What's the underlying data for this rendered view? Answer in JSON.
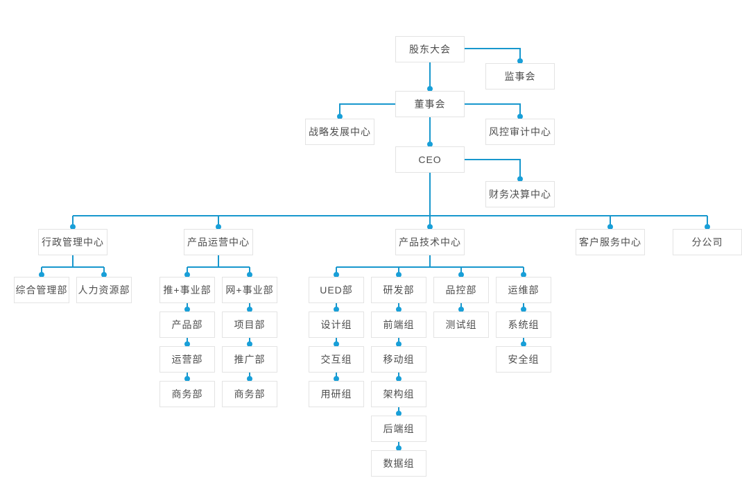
{
  "colors": {
    "connector_line": "#1797cd",
    "connector_dot": "#189fd8",
    "box_border": "#e3e3e3",
    "box_background": "#ffffff",
    "text": "#4d4d4d",
    "page_background": "#ffffff"
  },
  "nodes": {
    "shareholders_meeting": "股东大会",
    "supervisory_board": "监事会",
    "board_of_directors": "董事会",
    "strategic_development_center": "战略发展中心",
    "risk_audit_center": "风控审计中心",
    "ceo": "CEO",
    "financial_settlement_center": "财务决算中心",
    "admin_management_center": "行政管理中心",
    "product_operations_center": "产品运营中心",
    "product_technology_center": "产品技术中心",
    "customer_service_center": "客户服务中心",
    "branch_company": "分公司",
    "general_management_dept": "综合管理部",
    "human_resources_dept": "人力资源部",
    "tui_business_division": "推+事业部",
    "wang_business_division": "网+事业部",
    "product_dept": "产品部",
    "project_dept": "项目部",
    "operations_dept": "运营部",
    "promotion_dept": "推广部",
    "business_dept_left": "商务部",
    "business_dept_right": "商务部",
    "ued_dept": "UED部",
    "rd_dept": "研发部",
    "quality_control_dept": "品控部",
    "ops_maintenance_dept": "运维部",
    "design_group": "设计组",
    "interaction_group": "交互组",
    "user_research_group": "用研组",
    "frontend_group": "前端组",
    "mobile_group": "移动组",
    "architecture_group": "架构组",
    "backend_group": "后端组",
    "data_group": "数据组",
    "testing_group": "测试组",
    "system_group": "系统组",
    "security_group": "安全组"
  },
  "hierarchy": {
    "label": "股东大会",
    "side_children": [
      "监事会"
    ],
    "children": [
      {
        "label": "董事会",
        "side_children": [
          "战略发展中心",
          "风控审计中心"
        ],
        "children": [
          {
            "label": "CEO",
            "side_children": [
              "财务决算中心"
            ],
            "children": [
              {
                "label": "行政管理中心",
                "children": [
                  {
                    "label": "综合管理部"
                  },
                  {
                    "label": "人力资源部"
                  }
                ]
              },
              {
                "label": "产品运营中心",
                "children": [
                  {
                    "label": "推+事业部",
                    "chain": [
                      "产品部",
                      "运营部",
                      "商务部"
                    ]
                  },
                  {
                    "label": "网+事业部",
                    "chain": [
                      "项目部",
                      "推广部",
                      "商务部"
                    ]
                  }
                ]
              },
              {
                "label": "产品技术中心",
                "children": [
                  {
                    "label": "UED部",
                    "chain": [
                      "设计组",
                      "交互组",
                      "用研组"
                    ]
                  },
                  {
                    "label": "研发部",
                    "chain": [
                      "前端组",
                      "移动组",
                      "架构组",
                      "后端组",
                      "数据组"
                    ]
                  },
                  {
                    "label": "品控部",
                    "chain": [
                      "测试组"
                    ]
                  },
                  {
                    "label": "运维部",
                    "chain": [
                      "系统组",
                      "安全组"
                    ]
                  }
                ]
              },
              {
                "label": "客户服务中心"
              },
              {
                "label": "分公司"
              }
            ]
          }
        ]
      }
    ]
  }
}
